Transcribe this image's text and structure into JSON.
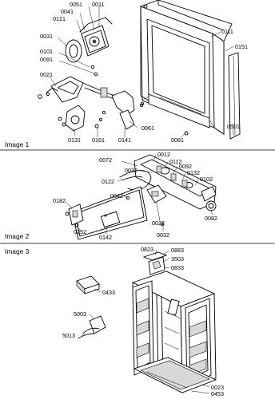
{
  "panels": [
    {
      "caption": "Image 1",
      "callouts": [
        "0051",
        "0011",
        "0041",
        "0121",
        "0031",
        "0101",
        "0091",
        "0021",
        "0111",
        "0151",
        "0061",
        "0131",
        "0161",
        "0141",
        "0081",
        "0501"
      ]
    },
    {
      "caption": "Image 2",
      "callouts": [
        "0012",
        "0072",
        "0112",
        "0092",
        "0032",
        "0132",
        "0102",
        "0122",
        "0042",
        "0182",
        "0022",
        "0082",
        "0252",
        "0142",
        "0032"
      ]
    },
    {
      "caption": "Image 3",
      "callouts": [
        "0823",
        "0883",
        "3503",
        "0833",
        "0433",
        "5003",
        "5013",
        "0023",
        "0453"
      ]
    }
  ]
}
